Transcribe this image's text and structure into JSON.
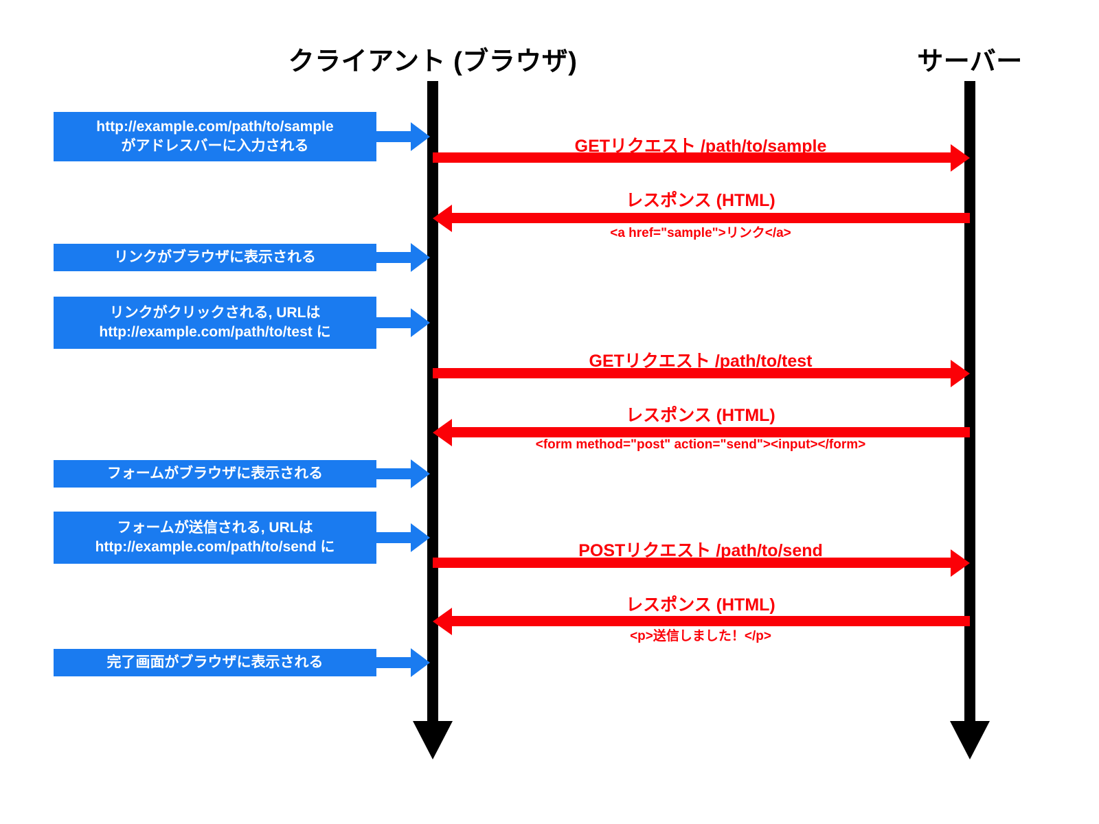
{
  "diagram": {
    "title_client": "クライアント (ブラウザ)",
    "title_server": "サーバー",
    "colors": {
      "lifeline": "#000000",
      "client_note": "#1a7bf0",
      "message": "#fb0007",
      "background": "#ffffff"
    }
  },
  "client_notes": [
    {
      "id": "note-url-entered",
      "lines": [
        "http://example.com/path/to/sample",
        "がアドレスバーに入力される"
      ]
    },
    {
      "id": "note-link-displayed",
      "lines": [
        "リンクがブラウザに表示される"
      ]
    },
    {
      "id": "note-link-clicked",
      "lines": [
        "リンクがクリックされる, URLは",
        "http://example.com/path/to/test に"
      ]
    },
    {
      "id": "note-form-displayed",
      "lines": [
        "フォームがブラウザに表示される"
      ]
    },
    {
      "id": "note-form-submitted",
      "lines": [
        "フォームが送信される, URLは",
        "http://example.com/path/to/send に"
      ]
    },
    {
      "id": "note-complete-displayed",
      "lines": [
        "完了画面がブラウザに表示される"
      ]
    }
  ],
  "messages": [
    {
      "id": "msg-get-sample",
      "direction": "client-to-server",
      "label": "GETリクエスト /path/to/sample",
      "sublabel": ""
    },
    {
      "id": "msg-response-link",
      "direction": "server-to-client",
      "label": "レスポンス (HTML)",
      "sublabel": "<a href=\"sample\">リンク</a>"
    },
    {
      "id": "msg-get-test",
      "direction": "client-to-server",
      "label": "GETリクエスト /path/to/test",
      "sublabel": ""
    },
    {
      "id": "msg-response-form",
      "direction": "server-to-client",
      "label": "レスポンス (HTML)",
      "sublabel": "<form method=\"post\" action=\"send\"><input></form>"
    },
    {
      "id": "msg-post-send",
      "direction": "client-to-server",
      "label": "POSTリクエスト /path/to/send",
      "sublabel": ""
    },
    {
      "id": "msg-response-done",
      "direction": "server-to-client",
      "label": "レスポンス (HTML)",
      "sublabel": "<p>送信しました！</p>"
    }
  ]
}
